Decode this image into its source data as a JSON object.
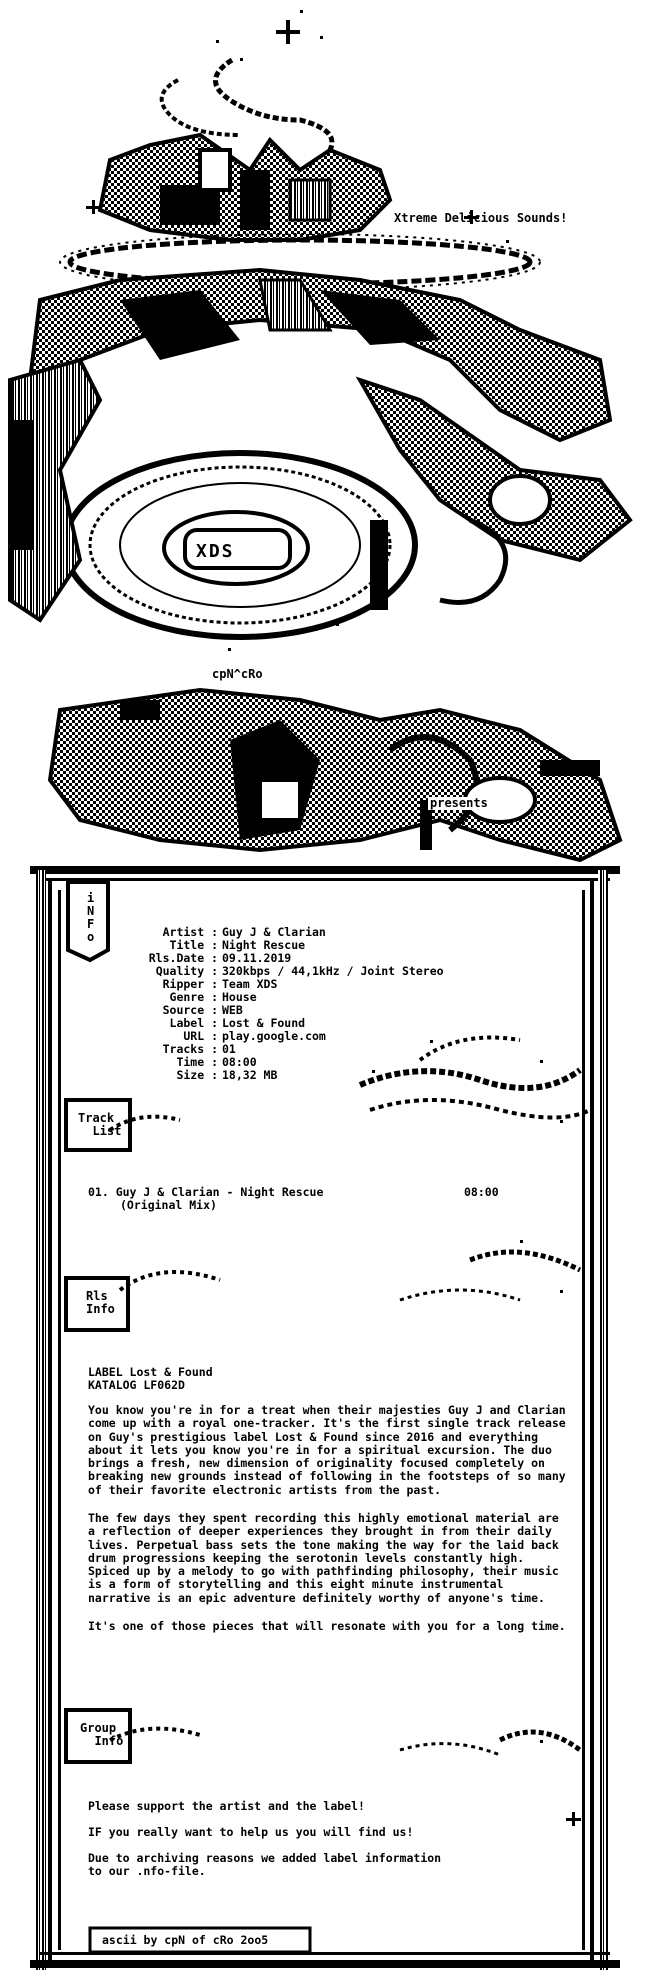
{
  "header": {
    "tagline": "Xtreme Delicious Sounds!",
    "logo_text": "XDS",
    "artist_credit": "cpN^cRo",
    "presents": "presents"
  },
  "info_section": {
    "label": [
      "i",
      "N",
      "F",
      "o"
    ],
    "fields": [
      {
        "key": "Artist",
        "value": "Guy J & Clarian"
      },
      {
        "key": "Title",
        "value": "Night Rescue"
      },
      {
        "key": "Rls.Date",
        "value": "09.11.2019"
      },
      {
        "key": "Quality",
        "value": "320kbps / 44,1kHz / Joint Stereo"
      },
      {
        "key": "Ripper",
        "value": "Team XDS"
      },
      {
        "key": "Genre",
        "value": "House"
      },
      {
        "key": "Source",
        "value": "WEB"
      },
      {
        "key": "Label",
        "value": "Lost & Found"
      },
      {
        "key": "URL",
        "value": "play.google.com"
      },
      {
        "key": "Tracks",
        "value": "01"
      },
      {
        "key": "Time",
        "value": "08:00"
      },
      {
        "key": "Size",
        "value": "18,32 MB"
      }
    ]
  },
  "tracklist_section": {
    "label_line1": "Track",
    "label_line2": "List",
    "track_line1": "01. Guy J & Clarian - Night Rescue",
    "track_line2": "(Original Mix)",
    "track_time": "08:00"
  },
  "rls_section": {
    "label_line1": "Rls",
    "label_line2": "Info",
    "label_header": "LABEL Lost & Found",
    "katalog": "KATALOG LF062D",
    "para1": "You know you're in for a treat when their majesties Guy J and Clarian come up with a royal one-tracker. It's the first single track release on Guy's prestigious label Lost & Found since 2016 and everything about it lets you know you're in for a spiritual excursion. The duo brings a fresh, new dimension of originality focused completely on breaking new grounds instead of following in the footsteps of so many of their favorite electronic artists from the past.",
    "para2": "The few days they spent recording this highly emotional material are a reflection of deeper experiences they brought in from their daily lives. Perpetual bass sets the tone making the way for the laid back drum progressions keeping the serotonin levels constantly high. Spiced up by a melody to go with pathfinding philosophy, their music is a form of storytelling and this eight minute instrumental narrative is an epic adventure definitely worthy of anyone's time.",
    "para3": "It's one of those pieces that will resonate with you for a long time."
  },
  "group_section": {
    "label_line1": "Group",
    "label_line2": "Info",
    "line1": "Please support the artist and the label!",
    "line2": "IF you really want to help us you will find us!",
    "line3a": "Due to archiving reasons we added label information",
    "line3b": "to our .nfo-file."
  },
  "footer": {
    "credit": "ascii by cpN of cRo 2oo5"
  }
}
